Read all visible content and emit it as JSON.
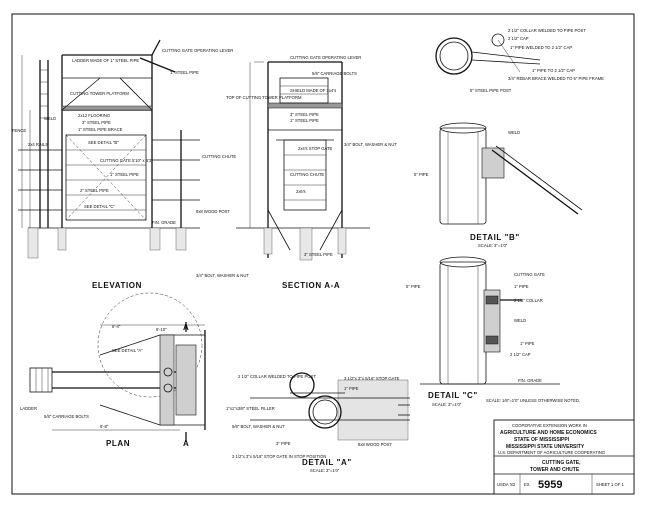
{
  "views": {
    "elevation": "ELEVATION",
    "section": "SECTION A-A",
    "plan": "PLAN",
    "detail_a": "DETAIL \"A\"",
    "detail_a_scale": "SCALE: 3\"=1'0\"",
    "detail_b": "DETAIL \"B\"",
    "detail_b_scale": "SCALE: 3\"=1'0\"",
    "detail_c": "DETAIL \"C\"",
    "detail_c_scale": "SCALE: 3\"=1'0\""
  },
  "elevation_labels": {
    "ladder": "LADDER MADE OF 1\" STEEL PIPE",
    "platform": "CUTTING TOWER PLATFORM",
    "weld": "WELD",
    "flooring": "2x12 FLOORING",
    "steel_pipe": "3\" STEEL PIPE",
    "brace": "1\" STEEL PIPE BRACE",
    "fence": "FENCE",
    "rails": "2x4 RAILS",
    "see_detail_b": "SEE DETAIL \"B\"",
    "cutting_gate": "CUTTING GATE 5'10\" x 6'3\"",
    "gate_pipe": "1\" STEEL PIPE",
    "pipe_2": "2\" STEEL PIPE",
    "see_detail_c": "SEE DETAIL \"C\"",
    "lever": "CUTTING GATE OPERATING LEVER",
    "pipe_1": "1\" STEEL PIPE",
    "cutting_chute": "CUTTING CHUTE",
    "wood_post": "8x8 WOOD POST",
    "grade": "FIN. GRADE",
    "bolt": "3/4\" BOLT, WASHER & NUT"
  },
  "section_labels": {
    "lever": "CUTTING GATE OPERATING LEVER",
    "carriage": "5/8\" CARRIAGE BOLTS",
    "shield": "SHIELD MADE OF 2x4's",
    "top": "TOP OF CUTTING TOWER PLATFORM",
    "pipe_3": "3\" STEEL PIPE",
    "pipe_1": "1\" STEEL PIPE",
    "stop_gate": "2x4's STOP GATE",
    "bolt": "3/4\" BOLT, WASHER & NUT",
    "chute": "CUTTING CHUTE",
    "rails": "2x6's",
    "pipe_bottom": "3\" STEEL PIPE"
  },
  "plan_labels": {
    "see_detail_a": "SEE DETAIL \"A\"",
    "ladder": "LADDER",
    "carriage": "5/8\" CARRIAGE BOLTS",
    "dim1": "6'-4\"",
    "dim2": "6'-10\"",
    "dim3": "6'-8\"",
    "section_mark": "A"
  },
  "detail_a_labels": {
    "collar": "2 1/2\" COLLAR WELDED TO PIPE POST",
    "stop_gate": "3 1/2\"x 3\"x 5/16\" STOP GATE",
    "pipe1": "1\" PIPE",
    "filler": "1\"x1\"x3/8\" STEEL FILLER",
    "bolt": "5/8\" BOLT, WASHER & NUT",
    "pipe3": "3\" PIPE",
    "stop_pos": "3 1/2\"x 3\"x 5/16\" STOP GATE IN STOP POSITION",
    "post": "8x8 WOOD POST"
  },
  "detail_b_labels": {
    "collar": "2 1/2\" COLLAR WELDED TO PIPE POST",
    "cap": "2 1/2\" CAP",
    "pipe_weld": "1\" PIPE WELDED TO 2 1/2\" CAP",
    "pipe_cap": "1\" PIPE TO 2 1/2\" CAP",
    "brace": "3/4\" REBAR BRACE WELDED TO 5\" PIPE FRAME",
    "post": "5\" STEEL PIPE POST",
    "weld": "WELD",
    "pipe5": "5\" PIPE"
  },
  "detail_c_labels": {
    "gate": "CUTTING GATE",
    "pipe1": "1\" PIPE",
    "collar": "2 1/2\" COLLAR",
    "weld": "WELD",
    "pipe_1b": "1\" PIPE",
    "cap": "2 1/2\" CAP",
    "pipe5": "5\" PIPE",
    "grade": "FIN. GRADE",
    "note": "SCALE: 1/8\"=1'0\" UNLESS OTHERWISE NOTED."
  },
  "title_block": {
    "line1": "COOPERATIVE EXTENSION WORK IN",
    "line2": "AGRICULTURE AND HOME ECONOMICS",
    "line3": "STATE OF MISSISSIPPI",
    "line4": "MISSISSIPPI STATE UNIVERSITY",
    "line5": "U.S. DEPARTMENT OF AGRICULTURE COOPERATING",
    "title1": "CUTTING GATE,",
    "title2": "TOWER AND CHUTE",
    "drawn": "USDA '83",
    "ex_label": "EX.",
    "ex_number": "5959",
    "sheet": "SHEET 1 OF 1"
  }
}
